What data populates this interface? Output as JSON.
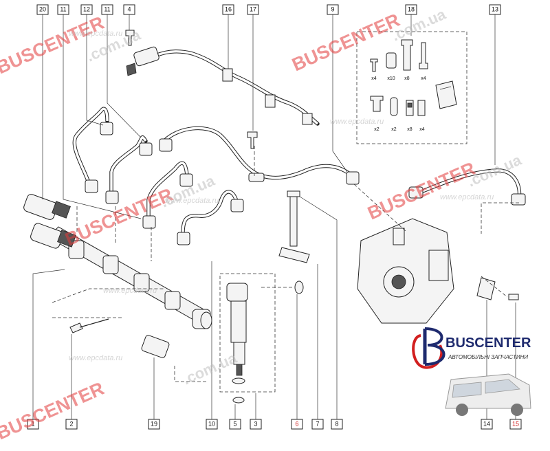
{
  "callouts_top": [
    "20",
    "11",
    "12",
    "11",
    "4",
    "16",
    "17",
    "9",
    "18",
    "13"
  ],
  "callouts_bottom": [
    "1",
    "2",
    "19",
    "10",
    "5",
    "3",
    "6",
    "7",
    "8",
    "14",
    "15"
  ],
  "kit_quantities": [
    "x4",
    "x10",
    "x8",
    "x4",
    "x2",
    "x2",
    "x8",
    "x4"
  ],
  "watermarks": {
    "red": [
      "BUSCENTER",
      "BUSCENTER",
      "BUSCENTER",
      "BUSCENTER",
      "BUSCENTER"
    ],
    "grey": [
      ".com.ua",
      ".com.ua",
      ".com.ua",
      ".com.ua",
      ".com.ua"
    ],
    "epc": [
      "www.epcdata.ru",
      "www.epcdata.ru",
      "www.epcdata.ru",
      "www.epcdata.ru",
      "www.epcdata.ru",
      "www.epcdata.ru"
    ]
  },
  "logo": {
    "name": "BUSCENTER",
    "tagline": "АВТОМОБІЛЬНІ ЗАПЧАСТИНИ"
  },
  "colors": {
    "highlight_callout": "#d21f1f",
    "watermark_red": "#e23b3b",
    "logo_blue": "#1e2a6e"
  }
}
